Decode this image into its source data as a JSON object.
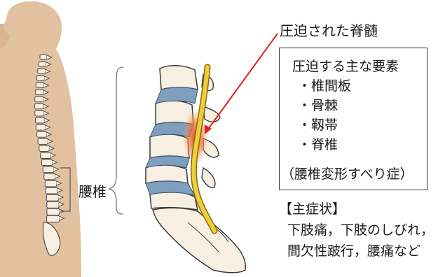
{
  "labels": {
    "compressed_cord": "圧迫された脊髄",
    "lumbar": "腰椎"
  },
  "factors_box": {
    "title": "圧迫する主な要素",
    "items": [
      "・椎間板",
      "・骨棘",
      "・靱帯",
      "・脊椎"
    ],
    "note": "（腰椎変形すべり症）"
  },
  "symptoms": {
    "title": "【主症状】",
    "lines": [
      "下肢痛，下肢のしびれ，",
      "間欠性跛行，腰痛など"
    ]
  },
  "colors": {
    "body_silhouette": "#e2c1a1",
    "bone": "#f6efe2",
    "disc": "#7f9fbf",
    "spinal_cord": "#e6c62c",
    "compression_glow": "#f07a3a",
    "arrow": "#e02020"
  }
}
